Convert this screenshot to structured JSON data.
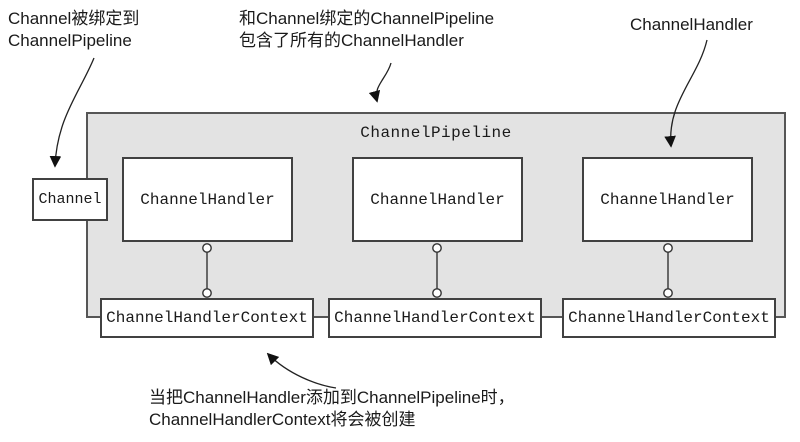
{
  "colors": {
    "pipeline_fill": "#e3e3e3",
    "box_border": "#414141",
    "text": "#1a1a1a",
    "background": "#ffffff"
  },
  "annotations": {
    "channel_binding": {
      "line1": "Channel被绑定到",
      "line2": "ChannelPipeline"
    },
    "pipeline_contains": {
      "line1": "和Channel绑定的ChannelPipeline",
      "line2": "包含了所有的ChannelHandler"
    },
    "handler_pointer": "ChannelHandler",
    "context_creation": {
      "line1": "当把ChannelHandler添加到ChannelPipeline时，",
      "line2": "ChannelHandlerContext将会被创建"
    }
  },
  "diagram": {
    "pipeline_title": "ChannelPipeline",
    "channel_label": "Channel",
    "handlers": [
      "ChannelHandler",
      "ChannelHandler",
      "ChannelHandler"
    ],
    "contexts": [
      "ChannelHandlerContext",
      "ChannelHandlerContext",
      "ChannelHandlerContext"
    ]
  }
}
